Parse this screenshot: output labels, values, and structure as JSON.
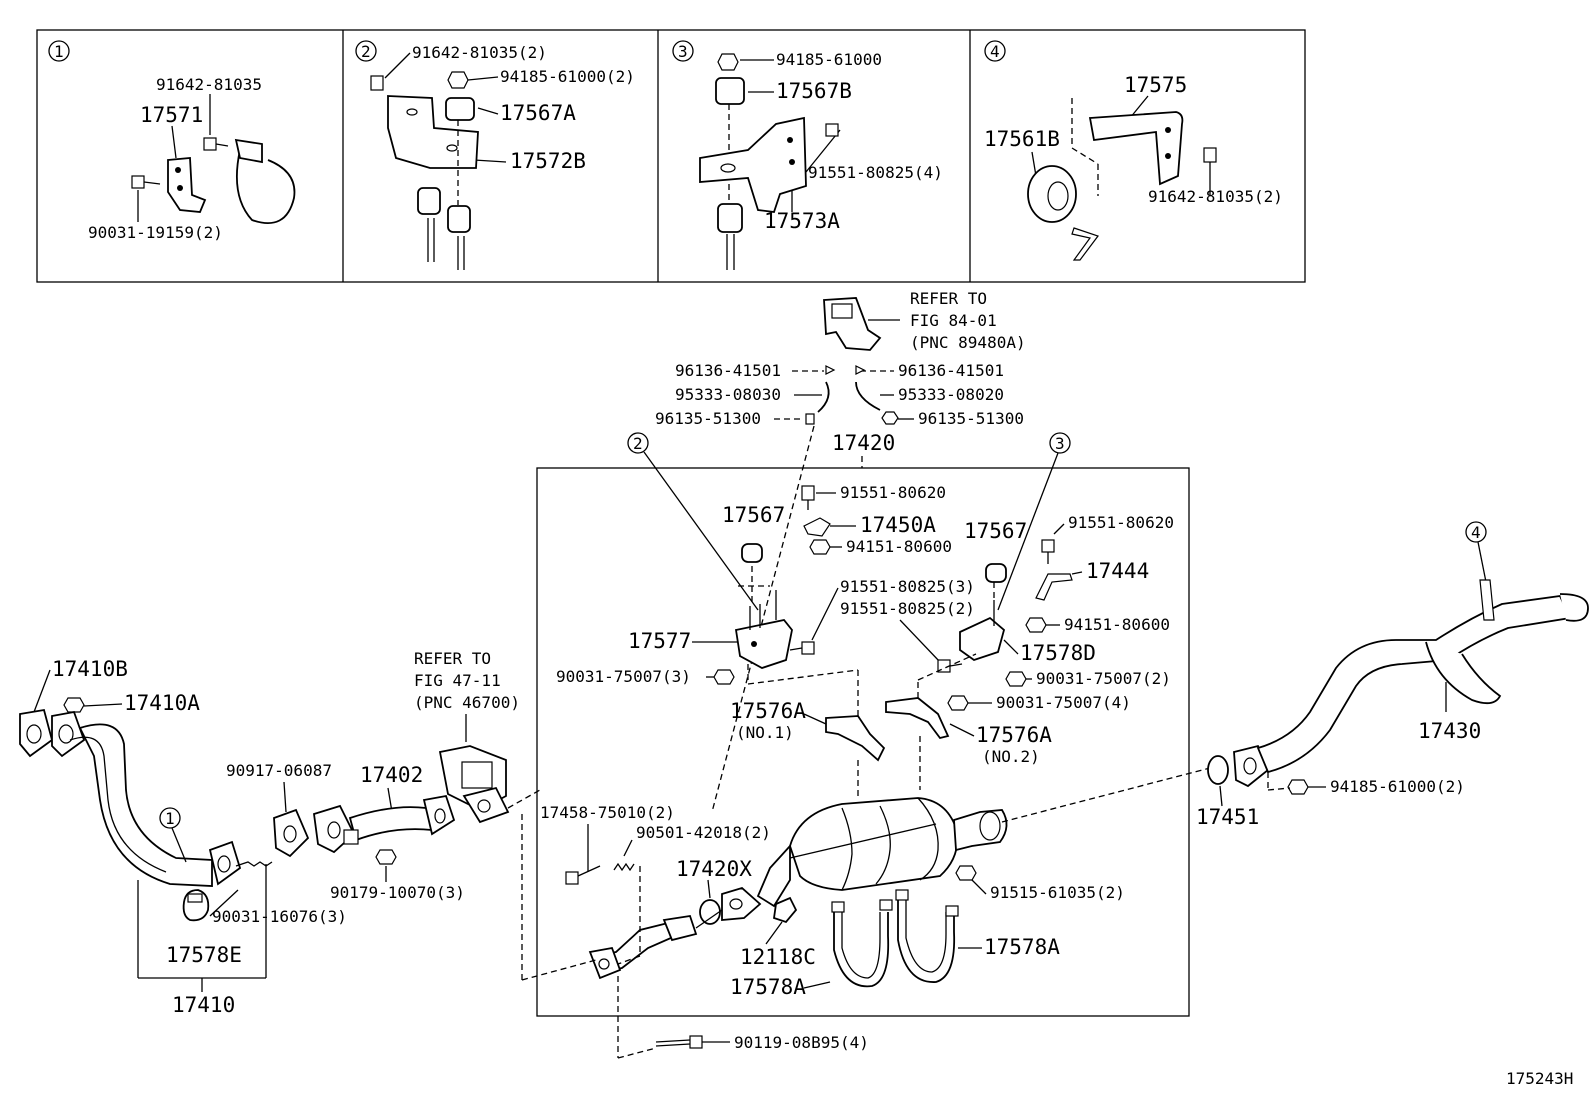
{
  "figure_id": "175243H",
  "inset_panels": [
    {
      "index": "1",
      "labels": [
        "91642-81035",
        "17571",
        "90031-19159(2)"
      ]
    },
    {
      "index": "2",
      "labels": [
        "91642-81035(2)",
        "94185-61000(2)",
        "17567A",
        "17572B"
      ]
    },
    {
      "index": "3",
      "labels": [
        "94185-61000",
        "17567B",
        "91551-80825(4)",
        "17573A"
      ]
    },
    {
      "index": "4",
      "labels": [
        "17575",
        "17561B",
        "91642-81035(2)"
      ]
    }
  ],
  "reference_notes": [
    {
      "line1": "REFER TO",
      "line2": "FIG 84-01",
      "line3": "(PNC 89480A)"
    },
    {
      "line1": "REFER TO",
      "line2": "FIG 47-11",
      "line3": "(PNC 46700)"
    }
  ],
  "callouts": {
    "c1": "1",
    "c2": "2",
    "c3": "3",
    "c4": "4"
  },
  "labels": {
    "p96136_l": "96136-41501",
    "p96136_r": "96136-41501",
    "p95333_08030": "95333-08030",
    "p95333_08020": "95333-08020",
    "p96135_l": "96135-51300",
    "p96135_r": "96135-51300",
    "p17420": "17420",
    "p91551_80620_a": "91551-80620",
    "p17450A": "17450A",
    "p17567_l": "17567",
    "p94151_80600_a": "94151-80600",
    "p17567_r": "17567",
    "p91551_80620_b": "91551-80620",
    "p17444": "17444",
    "p91551_80825_3": "91551-80825(3)",
    "p91551_80825_2": "91551-80825(2)",
    "p94151_80600_b": "94151-80600",
    "p17577": "17577",
    "p17578D": "17578D",
    "p90031_75007_3": "90031-75007(3)",
    "p90031_75007_2": "90031-75007(2)",
    "p90031_75007_4": "90031-75007(4)",
    "p17576A_1": "17576A",
    "p17576A_1_sub": "(NO.1)",
    "p17576A_2": "17576A",
    "p17576A_2_sub": "(NO.2)",
    "p17410B": "17410B",
    "p17410A": "17410A",
    "p90917_06087": "90917-06087",
    "p17402": "17402",
    "p90179_10070": "90179-10070(3)",
    "p90031_16076": "90031-16076(3)",
    "p17578E": "17578E",
    "p17410": "17410",
    "p17458_75010": "17458-75010(2)",
    "p90501_42018": "90501-42018(2)",
    "p17420X": "17420X",
    "p12118C": "12118C",
    "p17578A_l": "17578A",
    "p17578A_r": "17578A",
    "p91515_61035": "91515-61035(2)",
    "p90119_08B95": "90119-08B95(4)",
    "p17430": "17430",
    "p17451": "17451",
    "p94185_61000_2": "94185-61000(2)"
  }
}
